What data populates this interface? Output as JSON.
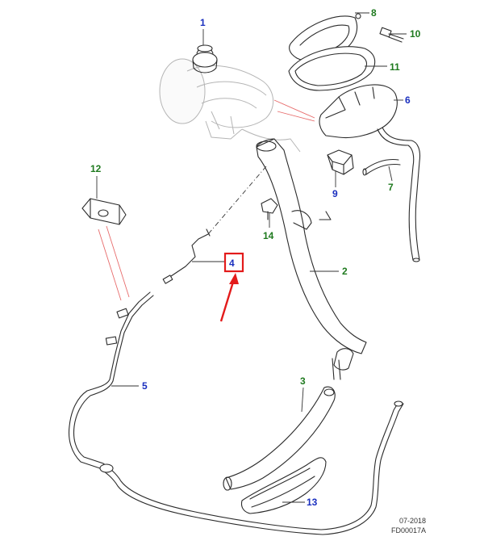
{
  "callouts": [
    {
      "id": "1",
      "label": "1",
      "color": "#1a2fbf"
    },
    {
      "id": "2",
      "label": "2",
      "color": "#1f7a1f"
    },
    {
      "id": "3",
      "label": "3",
      "color": "#1f7a1f"
    },
    {
      "id": "4",
      "label": "4",
      "color": "#1a2fbf"
    },
    {
      "id": "5",
      "label": "5",
      "color": "#1a2fbf"
    },
    {
      "id": "6",
      "label": "6",
      "color": "#1a2fbf"
    },
    {
      "id": "7",
      "label": "7",
      "color": "#1f7a1f"
    },
    {
      "id": "8",
      "label": "8",
      "color": "#1f7a1f"
    },
    {
      "id": "9",
      "label": "9",
      "color": "#1a2fbf"
    },
    {
      "id": "10",
      "label": "10",
      "color": "#1f7a1f"
    },
    {
      "id": "11",
      "label": "11",
      "color": "#1f7a1f"
    },
    {
      "id": "12",
      "label": "12",
      "color": "#1f7a1f"
    },
    {
      "id": "13",
      "label": "13",
      "color": "#1a2fbf"
    },
    {
      "id": "14",
      "label": "14",
      "color": "#1f7a1f"
    }
  ],
  "highlight": {
    "target": "4",
    "box_color": "#e31b1b",
    "arrow_color": "#e31b1b"
  },
  "footer": {
    "date": "07-2018",
    "code": "FD00017A"
  }
}
